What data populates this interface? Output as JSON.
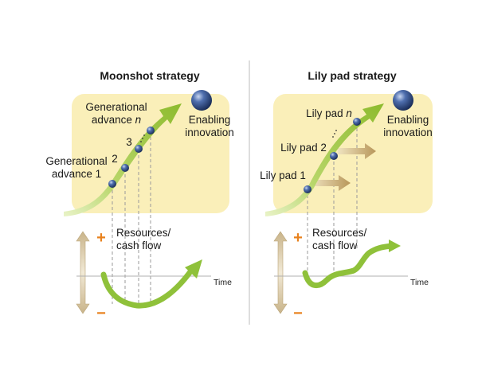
{
  "left": {
    "title": "Moonshot strategy",
    "label_gen1_line1": "Generational",
    "label_gen1_line2": "advance 1",
    "label_gen2": "2",
    "label_gen3": "3",
    "label_genN_line1": "Generational",
    "label_genN_line2": "advance ",
    "label_genN_n": "n",
    "label_goal_line1": "Enabling",
    "label_goal_line2": "innovation",
    "label_plus": "+",
    "label_minus": "−",
    "label_resources_line1": "Resources/",
    "label_resources_line2": "cash flow",
    "label_time": "Time"
  },
  "right": {
    "title": "Lily pad strategy",
    "label_pad1": "Lily pad 1",
    "label_pad2": "Lily pad 2",
    "label_padN_prefix": "Lily pad ",
    "label_padN_n": "n",
    "label_goal_line1": "Enabling",
    "label_goal_line2": "innovation",
    "label_plus": "+",
    "label_minus": "−",
    "label_resources_line1": "Resources/",
    "label_resources_line2": "cash flow",
    "label_time": "Time"
  },
  "colors": {
    "panel_fill": "#faefb9",
    "arrow_green": "#9cc33b",
    "curve_green": "#8fc13a",
    "sign_orange": "#e8821e",
    "sphere_blue": "#2f4f8a",
    "tan_arrow": "#c6a86a",
    "divider": "#bdbdbd"
  }
}
